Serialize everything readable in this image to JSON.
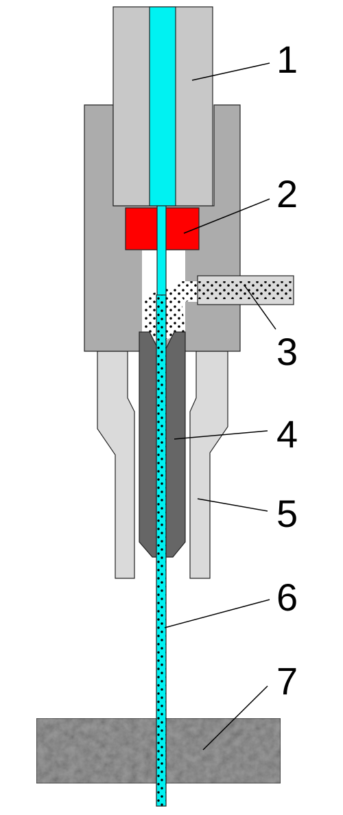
{
  "diagram": {
    "colors": {
      "water": "#00F2F2",
      "orifice": "#FF0000",
      "body": "#ACACAC",
      "inlet_body": "#C8C8C8",
      "nozzle": "#666666",
      "guard": "#DADADA",
      "workpiece": "#9A9A9A",
      "abrasive": "#000000",
      "cavity": "#FFFFFF"
    },
    "callouts": [
      {
        "id": "water-inlet",
        "label": "1"
      },
      {
        "id": "orifice",
        "label": "2"
      },
      {
        "id": "abrasive-feed",
        "label": "3"
      },
      {
        "id": "focusing-tube",
        "label": "4"
      },
      {
        "id": "guard",
        "label": "5"
      },
      {
        "id": "abrasive-jet",
        "label": "6"
      },
      {
        "id": "workpiece",
        "label": "7"
      }
    ]
  }
}
